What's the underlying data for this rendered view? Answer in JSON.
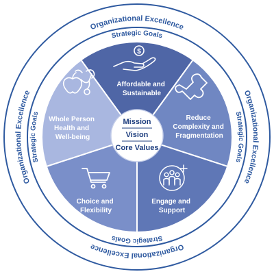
{
  "ring": {
    "outer_text": "Organizational Excellence",
    "inner_text": "Strategic Goals"
  },
  "segments": [
    {
      "id": "affordable",
      "line1": "Affordable and",
      "line2": "Sustainable",
      "line3": "",
      "icon": "money-hand-icon"
    },
    {
      "id": "reduce",
      "line1": "Reduce",
      "line2": "Complexity and",
      "line3": "Fragmentation",
      "icon": "puzzle-piece-icon"
    },
    {
      "id": "engage",
      "line1": "Engage and",
      "line2": "Support",
      "line3": "",
      "icon": "people-group-icon"
    },
    {
      "id": "choice",
      "line1": "Choice and",
      "line2": "Flexibility",
      "line3": "",
      "icon": "shopping-cart-icon"
    },
    {
      "id": "whole",
      "line1": "Whole Person",
      "line2": "Health and",
      "line3": "Well-being",
      "icon": "apple-stethoscope-icon"
    }
  ],
  "center": {
    "mission": "Mission",
    "vision": "Vision",
    "core_values": "Core Values"
  },
  "colors": {
    "ring_stroke": "#2f5aa0",
    "text_blue": "#2f5aa0",
    "segments": [
      "#4f66a6",
      "#7087c2",
      "#5f77b6",
      "#7a8fc9",
      "#a9b7e0"
    ],
    "separator": "#ffffff",
    "center_fill": "#ffffff"
  }
}
